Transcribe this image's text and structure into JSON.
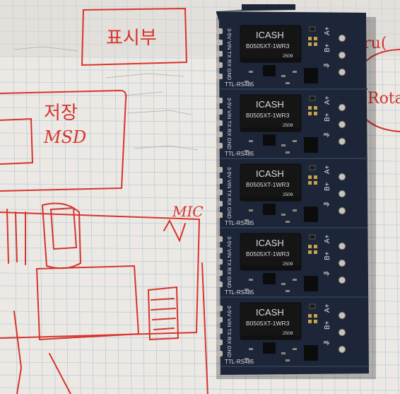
{
  "photo": {
    "board": {
      "panel_count": 5,
      "module": {
        "brand": "ICASH",
        "part_number": "B0505XT-1WR3",
        "date_code": "2509",
        "side_label": "TTL-RS485",
        "pins_left": [
          "3-5V",
          "VIN",
          "TX",
          "RX",
          "GND"
        ],
        "pins_right": [
          "A+",
          "B+",
          "⏚"
        ]
      }
    },
    "handwriting": {
      "top_box": "표시부",
      "middle_box_line1": "저장",
      "middle_box_line2": "MSD",
      "right_edge_top": "Bru(",
      "right_edge_mid": "Rota",
      "lower_label": "MIC"
    },
    "colors": {
      "paper": "#e9e6e1",
      "grid": "#b8cbd8",
      "ink": "#d8332d",
      "pcb": "#1c2638",
      "silkscreen": "#d9dde6",
      "module": "#151515"
    }
  }
}
